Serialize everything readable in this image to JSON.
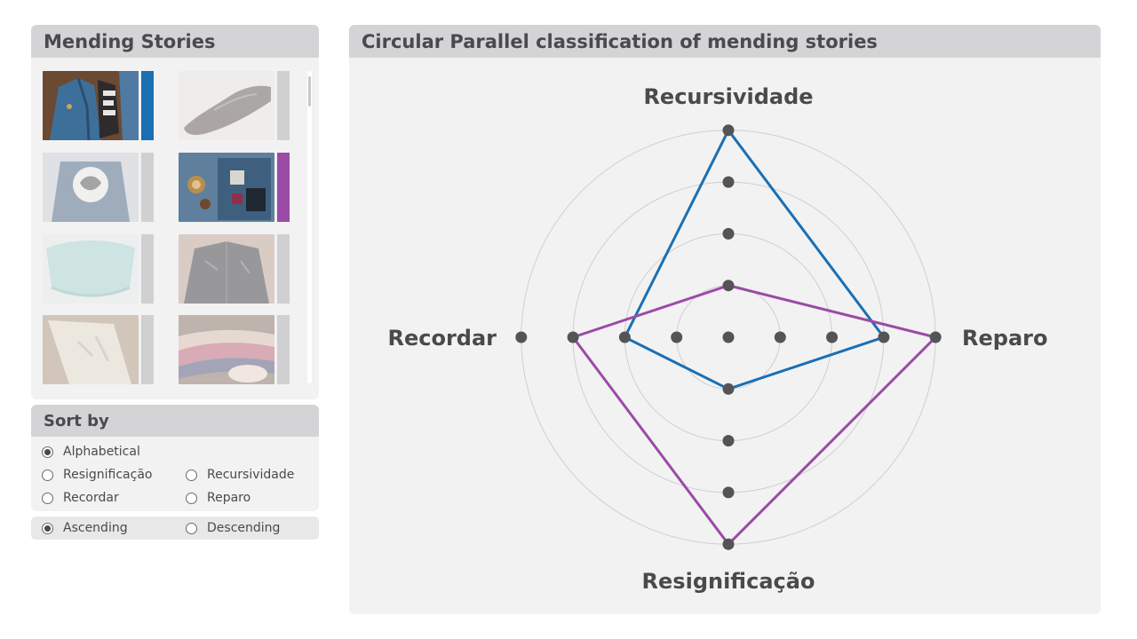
{
  "stories_panel": {
    "title": "Mending Stories",
    "stories": [
      {
        "icon": "denim-jacket-photo",
        "bar_color": "#1a6fb3",
        "active": true
      },
      {
        "icon": "worn-shoe-photo",
        "bar_color": "#d0d0d2",
        "active": false
      },
      {
        "icon": "printed-denim-jacket-photo",
        "bar_color": "#d0d0d2",
        "active": false
      },
      {
        "icon": "patched-denim-with-buttons-photo",
        "bar_color": "#9b4ba6",
        "active": true
      },
      {
        "icon": "light-blue-garment-photo",
        "bar_color": "#d0d0d2",
        "active": false
      },
      {
        "icon": "dark-jacket-photo",
        "bar_color": "#d0d0d2",
        "active": false
      },
      {
        "icon": "cream-trousers-photo",
        "bar_color": "#d0d0d2",
        "active": false
      },
      {
        "icon": "folded-fabrics-photo",
        "bar_color": "#d0d0d2",
        "active": false
      }
    ]
  },
  "sort_panel": {
    "title": "Sort by",
    "options": [
      {
        "label": "Alphabetical",
        "selected": true
      },
      {
        "label": "Resignificação",
        "selected": false
      },
      {
        "label": "Recursividade",
        "selected": false
      },
      {
        "label": "Recordar",
        "selected": false
      },
      {
        "label": "Reparo",
        "selected": false
      }
    ],
    "order": [
      {
        "label": "Ascending",
        "selected": true
      },
      {
        "label": "Descending",
        "selected": false
      }
    ]
  },
  "chart_panel": {
    "title": "Circular Parallel classification of mending stories"
  },
  "chart_data": {
    "type": "radar",
    "axes": [
      "Recursividade",
      "Reparo",
      "Resignificação",
      "Recordar"
    ],
    "levels": 4,
    "range": [
      0,
      4
    ],
    "grid": true,
    "series": [
      {
        "color": "#1a6fb3",
        "values": [
          4,
          3,
          1,
          2
        ]
      },
      {
        "color": "#9b4ba6",
        "values": [
          1,
          4,
          4,
          3
        ]
      }
    ],
    "colors": {
      "grid": "#cfcfd1",
      "marker": "#545456"
    }
  }
}
